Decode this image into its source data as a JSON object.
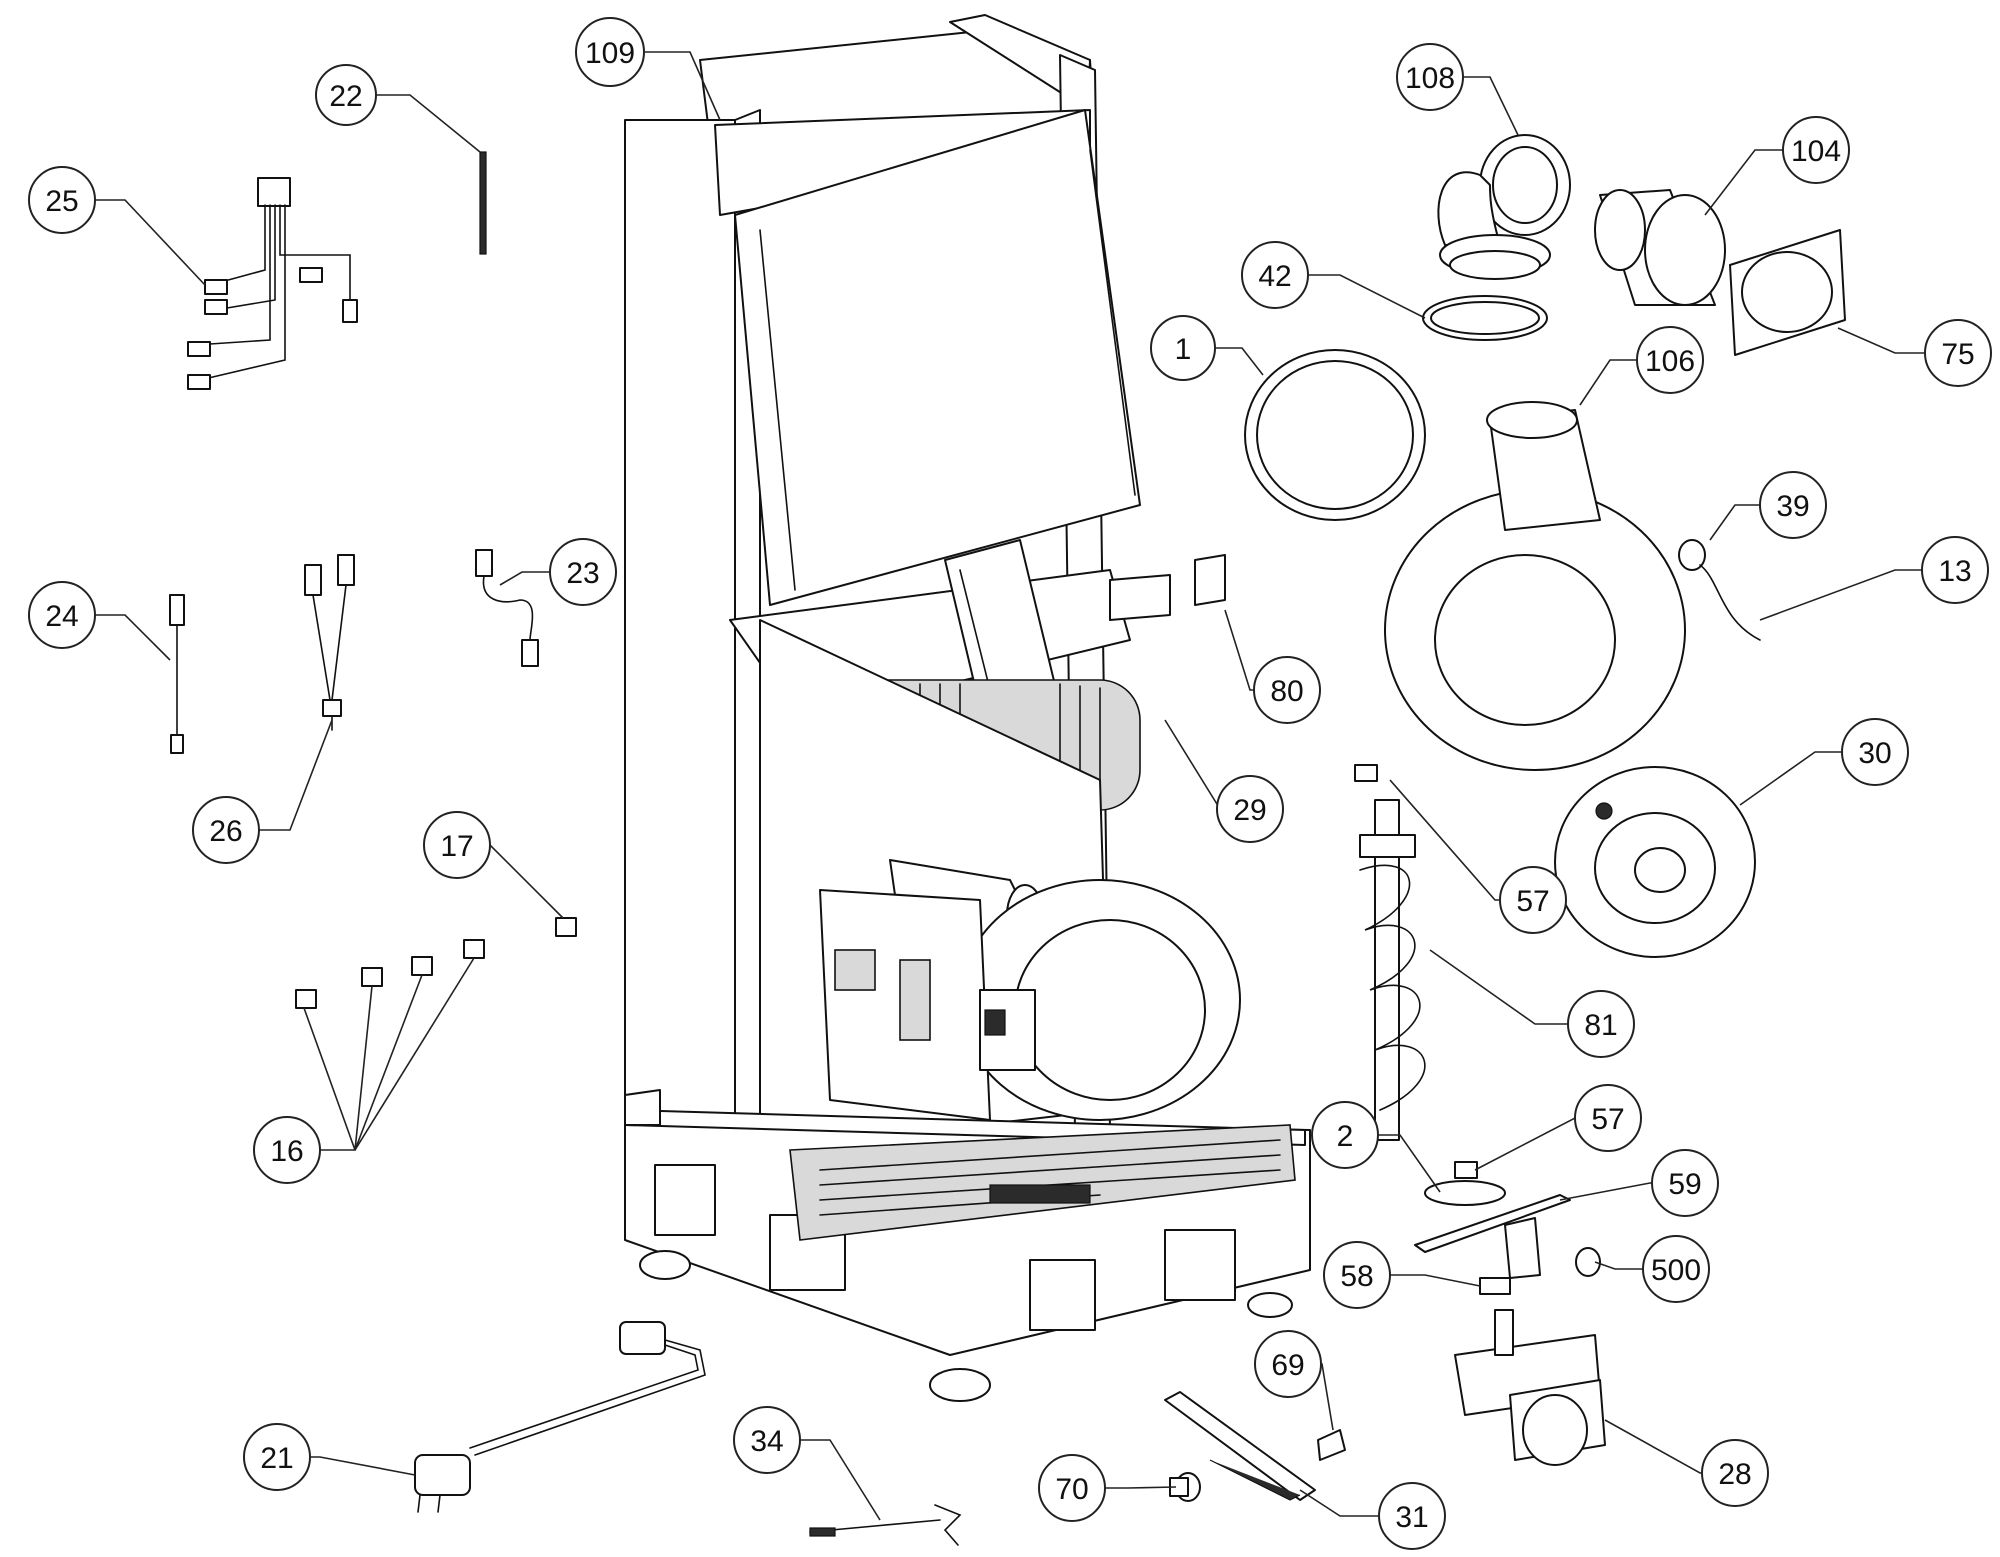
{
  "diagram": {
    "callouts": [
      {
        "id": "c109",
        "label": "109"
      },
      {
        "id": "c22",
        "label": "22"
      },
      {
        "id": "c25",
        "label": "25"
      },
      {
        "id": "c108",
        "label": "108"
      },
      {
        "id": "c104",
        "label": "104"
      },
      {
        "id": "c42",
        "label": "42"
      },
      {
        "id": "c75",
        "label": "75"
      },
      {
        "id": "c1",
        "label": "1"
      },
      {
        "id": "c106",
        "label": "106"
      },
      {
        "id": "c39",
        "label": "39"
      },
      {
        "id": "c13",
        "label": "13"
      },
      {
        "id": "c24",
        "label": "24"
      },
      {
        "id": "c23",
        "label": "23"
      },
      {
        "id": "c80",
        "label": "80"
      },
      {
        "id": "c29",
        "label": "29"
      },
      {
        "id": "c30",
        "label": "30"
      },
      {
        "id": "c26",
        "label": "26"
      },
      {
        "id": "c17",
        "label": "17"
      },
      {
        "id": "c57a",
        "label": "57"
      },
      {
        "id": "c81",
        "label": "81"
      },
      {
        "id": "c16",
        "label": "16"
      },
      {
        "id": "c2",
        "label": "2"
      },
      {
        "id": "c57b",
        "label": "57"
      },
      {
        "id": "c59",
        "label": "59"
      },
      {
        "id": "c58",
        "label": "58"
      },
      {
        "id": "c500",
        "label": "500"
      },
      {
        "id": "c69",
        "label": "69"
      },
      {
        "id": "c21",
        "label": "21"
      },
      {
        "id": "c34",
        "label": "34"
      },
      {
        "id": "c70",
        "label": "70"
      },
      {
        "id": "c31",
        "label": "31"
      },
      {
        "id": "c28",
        "label": "28"
      }
    ]
  }
}
